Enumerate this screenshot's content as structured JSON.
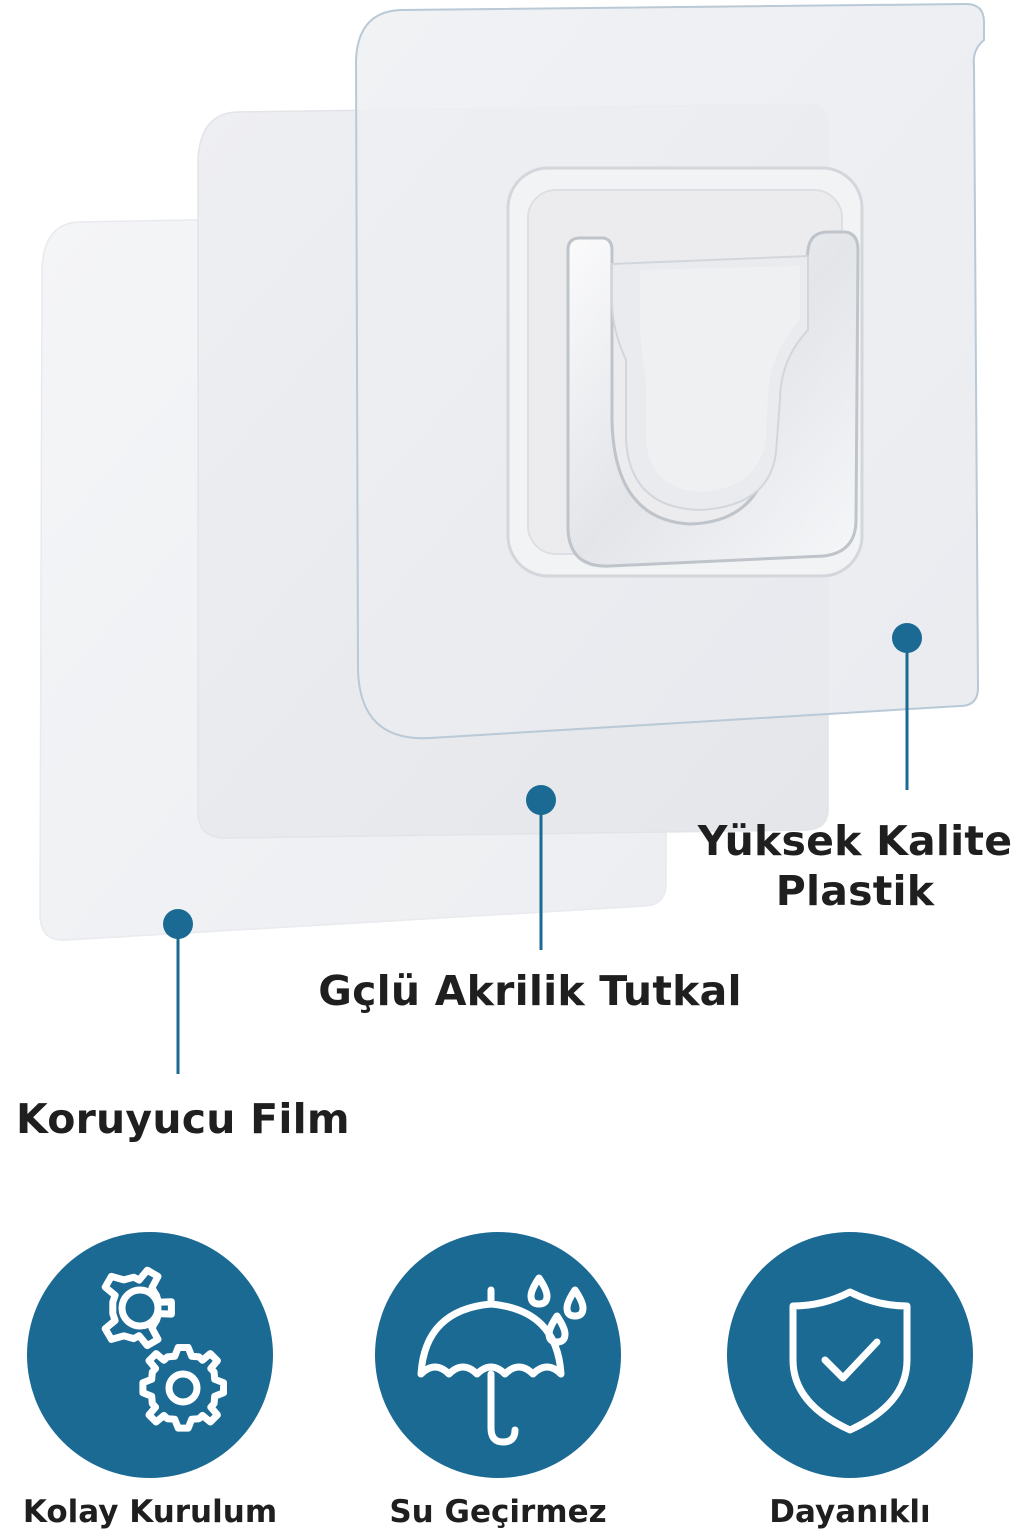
{
  "callouts": {
    "top": "Yüksek Kalite",
    "top_line2": "Plastik",
    "middle": "Gçlü Akrilik Tutkal",
    "bottom": "Koruyucu Film"
  },
  "features": [
    {
      "label": "Kolay Kurulum",
      "icon": "gears-icon"
    },
    {
      "label": "Su Geçirmez",
      "icon": "umbrella-rain-icon"
    },
    {
      "label": "Dayanıklı",
      "icon": "shield-check-icon"
    }
  ],
  "colors": {
    "accent": "#1a6a94",
    "text": "#1f1f1f",
    "icon_stroke": "#ffffff",
    "panel_border": "#b9c9d6"
  }
}
